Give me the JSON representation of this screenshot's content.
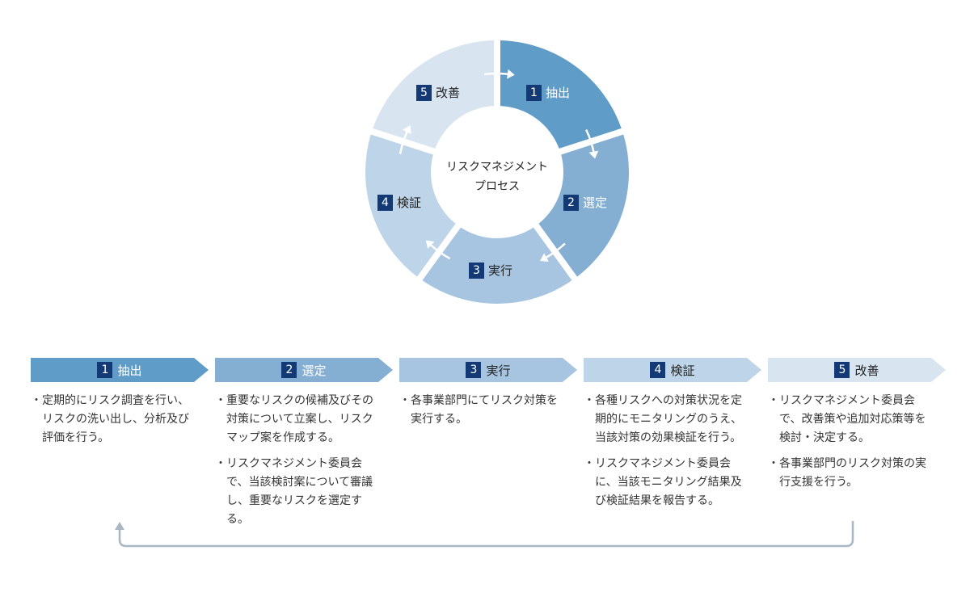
{
  "center_title": [
    "リスクマネジメント",
    "プロセス"
  ],
  "colors": {
    "step1": "#5f9cc7",
    "step2": "#84afd3",
    "step3": "#a7c5e0",
    "step4": "#bed4e8",
    "step5": "#d8e5f1",
    "badge": "#143a75",
    "loop_line": "#a9b7c5"
  },
  "steps": [
    {
      "num": "1",
      "label": "抽出",
      "items": [
        "・定期的にリスク調査を行い、リスクの洗い出し、分析及び評価を行う。"
      ]
    },
    {
      "num": "2",
      "label": "選定",
      "items": [
        "・重要なリスクの候補及びその対策について立案し、リスクマップ案を作成する。",
        "・リスクマネジメント委員会で、当該検討案について審議し、重要なリスクを選定する。"
      ]
    },
    {
      "num": "3",
      "label": "実行",
      "items": [
        "・各事業部門にてリスク対策を実行する。"
      ]
    },
    {
      "num": "4",
      "label": "検証",
      "items": [
        "・各種リスクへの対策状況を定期的にモニタリングのうえ、当該対策の効果検証を行う。",
        "・リスクマネジメント委員会に、当該モニタリング結果及び検証結果を報告する。"
      ]
    },
    {
      "num": "5",
      "label": "改善",
      "items": [
        "・リスクマネジメント委員会で、改善策や追加対応策等を検討・決定する。",
        "・各事業部門のリスク対策の実行支援を行う。"
      ]
    }
  ]
}
